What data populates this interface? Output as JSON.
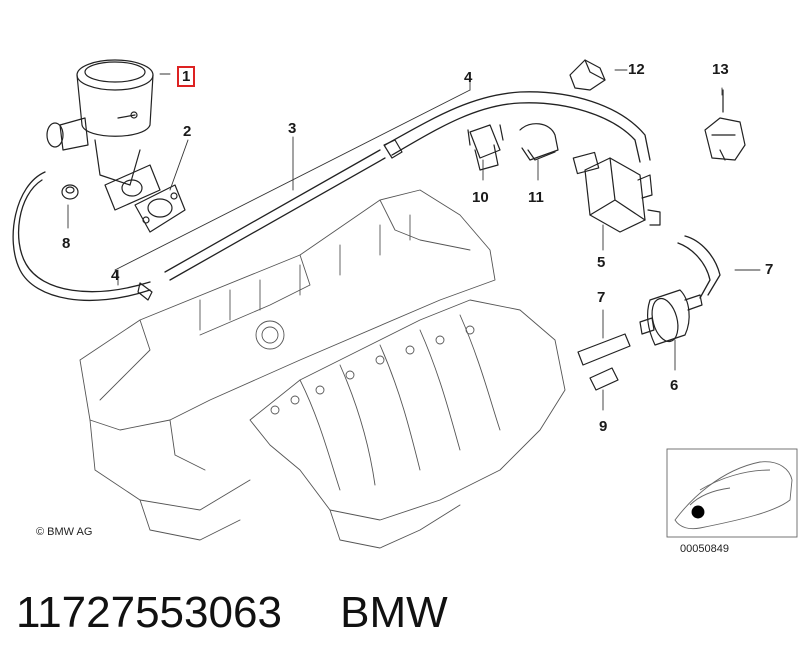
{
  "callouts": {
    "c1": "1",
    "c2": "2",
    "c3": "3",
    "c4a": "4",
    "c4b": "4",
    "c5": "5",
    "c6": "6",
    "c7a": "7",
    "c7b": "7",
    "c8": "8",
    "c9": "9",
    "c10": "10",
    "c11": "11",
    "c12": "12",
    "c13": "13"
  },
  "copyright": "© BMW AG",
  "thumbnail_code": "00050849",
  "footer": {
    "part_number": "11727553063",
    "brand": "BMW"
  },
  "colors": {
    "line": "#1a1a1a",
    "highlight_box": "#dd2222",
    "background": "#ffffff"
  }
}
